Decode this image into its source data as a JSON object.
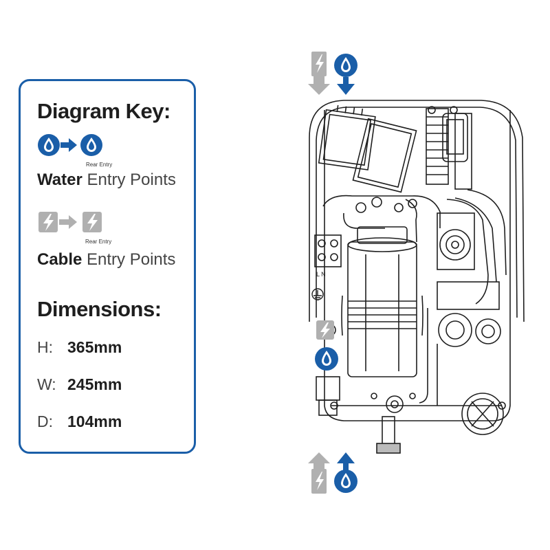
{
  "key": {
    "title": "Diagram Key:",
    "water": {
      "strong": "Water",
      "light": "Entry Points",
      "rear_label": "Rear Entry"
    },
    "cable": {
      "strong": "Cable",
      "light": "Entry Points",
      "rear_label": "Rear Entry"
    }
  },
  "dimensions": {
    "title": "Dimensions:",
    "rows": [
      {
        "key": "H:",
        "value": "365mm"
      },
      {
        "key": "W:",
        "value": "245mm"
      },
      {
        "key": "D:",
        "value": "104mm"
      }
    ]
  },
  "diagram": {
    "terminal_label": "L  N"
  },
  "colors": {
    "brand_blue": "#1a5ea8",
    "cable_grey": "#b0b0b0",
    "line_dark": "#1e1e1e"
  },
  "icons": [
    "water-drop-icon",
    "cable-lightning-icon",
    "arrow-right-icon",
    "arrow-up-icon",
    "arrow-down-icon",
    "earth-symbol-icon"
  ]
}
